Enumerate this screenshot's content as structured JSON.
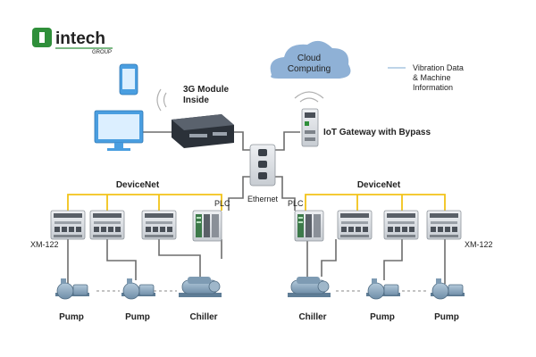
{
  "logo": {
    "brand": "intech",
    "sub": "GROUP"
  },
  "cloud": {
    "line1": "Cloud",
    "line2": "Computing"
  },
  "legend": {
    "line1": "Vibration Data",
    "line2": "& Machine",
    "line3": "Information"
  },
  "module": {
    "line1": "3G Module",
    "line2": "Inside"
  },
  "gateway": {
    "label": "IoT Gateway with Bypass"
  },
  "ethernet": {
    "label": "Ethernet"
  },
  "left_group": {
    "network": "DeviceNet",
    "plc": "PLC",
    "module_label": "XM-122"
  },
  "right_group": {
    "network": "DeviceNet",
    "plc": "PLC",
    "module_label": "XM-122"
  },
  "machines": {
    "pump_1": "Pump",
    "pump_2": "Pump",
    "chiller_1": "Chiller",
    "chiller_2": "Chiller",
    "pump_3": "Pump",
    "pump_4": "Pump"
  },
  "colors": {
    "network_line": "#f2c318",
    "cloud": "#8fb1d6",
    "cable": "#6d6d6d",
    "device": "#d9dde2",
    "machine": "#8aa8c0",
    "blue_line": "#a9c6e0",
    "logo_green": "#2f8f3a"
  }
}
